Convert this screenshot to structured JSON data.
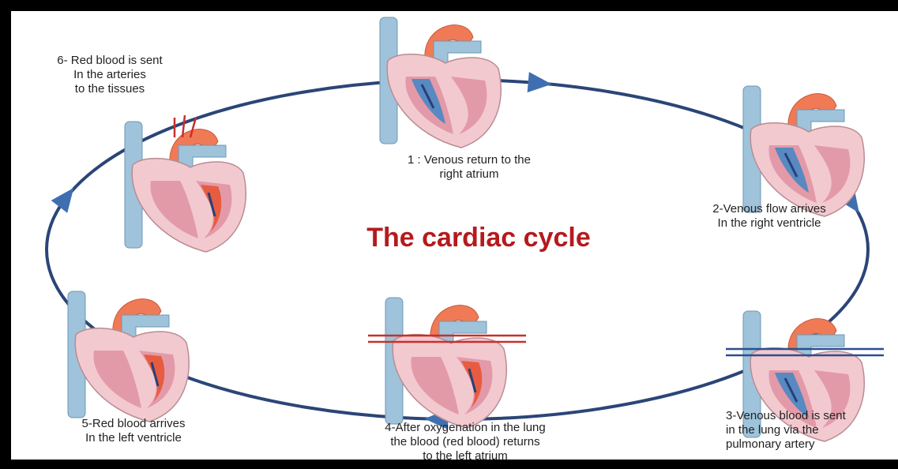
{
  "title": "The cardiac cycle",
  "colors": {
    "title": "#b51a1e",
    "cycle_line": "#2b4577",
    "arrow": "#3f6fb0",
    "vena": "#9ec3da",
    "aorta": "#f07a55",
    "heart_wall": "#f2c9cf",
    "myocardium": "#e39aa8",
    "deoxy": "#3f86c6",
    "oxy": "#e8512e"
  },
  "steps": [
    {
      "id": 1,
      "lines": [
        "1 : Venous return to the",
        "right atrium"
      ]
    },
    {
      "id": 2,
      "lines": [
        "2-Venous flow arrives",
        "In the right ventricle"
      ]
    },
    {
      "id": 3,
      "lines": [
        "3-Venous blood is sent",
        "in the lung via the",
        "pulmonary artery"
      ]
    },
    {
      "id": 4,
      "lines": [
        "4-After oxygenation in the lung",
        "the blood (red blood) returns",
        "to the left atrium"
      ]
    },
    {
      "id": 5,
      "lines": [
        "5-Red blood arrives",
        "In the left ventricle"
      ]
    },
    {
      "id": 6,
      "lines": [
        "6- Red blood is sent",
        "In the arteries",
        "to the tissues"
      ]
    }
  ]
}
